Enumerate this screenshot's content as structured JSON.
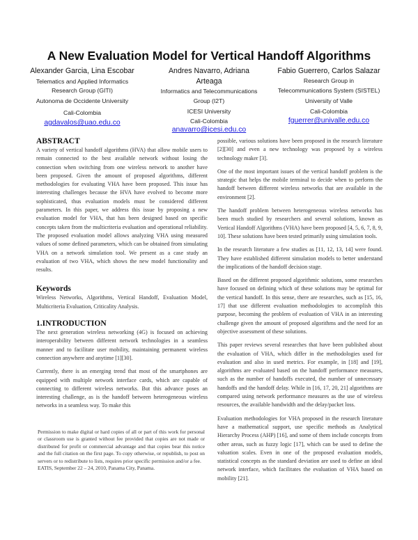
{
  "title": "A New Evaluation Model for Vertical Handoff Algorithms",
  "authors": [
    {
      "names": "Alexander Garcia, Lina Escobar",
      "affiliation": [
        "Telematics and Applied Informatics",
        "Research Group (GITI)"
      ],
      "university": "Autonoma de Occidente University",
      "city": "Cali-Colombia",
      "email": "agdavalos@uao.edu.co"
    },
    {
      "names": [
        "Andres Navarro, Adriana",
        "Arteaga"
      ],
      "affiliation": [
        "Informatics and Telecommunications",
        "Group (I2T)"
      ],
      "university": "ICESI University",
      "city": "Cali-Colombia",
      "email": "anavarro@icesi.edu.co"
    },
    {
      "names": "Fabio Guerrero, Carlos Salazar",
      "affiliation": [
        "Research Group in",
        "Telecommunications System (SISTEL)"
      ],
      "university": "University of Valle",
      "city": "Cali-Colombia",
      "email": "fguerrer@univalle.edu.co"
    }
  ],
  "abstract": {
    "heading": "ABSTRACT",
    "text": "A variety of vertical handoff algorithms (HVA) that allow mobile users to remain connected to the best available network without losing the connection when switching from one wireless network to another have been proposed. Given the amount of proposed algorithms, different methodologies for evaluating VHA have been proposed. This issue has interesting challenges because the HVA have evolved to become more sophisticated, thus evaluation models must be considered different parameters. In this paper, we address this issue by proposing a new evaluation model for VHA, that has been designed based on specific concepts taken from the multicriteria evaluation and operational reliability. The proposed evaluation model allows analyzing VHA using measured values of some defined parameters, which can be obtained from simulating VHA on a network simulation tool. We present as a case study an evaluation of two VHA, which shows the new model functionality and results."
  },
  "keywords": {
    "heading": "Keywords",
    "text": "Wireless Networks, Algorithms, Vertical Handoff, Evaluation Model, Multicriteria Evaluation, Criticality Analysis."
  },
  "introduction": {
    "heading": "1.INTRODUCTION",
    "left_paragraphs": [
      "The next generation wireless networking (4G) is focused on achieving interoperability between different network technologies in a seamless manner and to facilitate user mobility, maintaining permanent wireless connection anywhere and anytime [1][30].",
      "Currently, there is an emerging trend that most of the smartphones are equipped with multiple network interface cards, which are capable of connecting to different wireless networks. But this advance poses an interesting challenge, as is the handoff between heterogeneous wireless networks in a seamless way. To make this"
    ],
    "right_paragraphs": [
      "possible, various solutions have been proposed in the research literature [2][30] and even a new technology was proposed by a wireless technology maker [3].",
      "One of the most important issues of the vertical handoff problem is the strategic that helps the mobile terminal to decide when to perform the handoff between different wireless networks that are available in the environment [2].",
      "The handoff problem between heterogeneous wireless networks has been much studied by researchers and several solutions, known as Vertical Handoff Algorithms (VHA) have been proposed [4, 5, 6, 7, 8, 9, 10]. These solutions have been tested primarily using simulation tools.",
      "In the research literature a few studies as [11, 12, 13, 14] were found. They have established different simulation models to better understand the implications of the handoff decision stage.",
      "Based on the different proposed algorithmic solutions, some researches have focused on defining which of these solutions may be optimal for the vertical handoff. In this sense, there are researches, such as [15, 16, 17] that use different evaluation methodologies to accomplish this purpose, becoming the problem of evaluation of VHA in an interesting challenge given the amount of proposed algorithms and the need for an objective assessment of these solutions.",
      "This paper reviews several researches that have been published about the evaluation of VHA, which differ in the methodologies used for evaluation and also in used metrics. For example, in [18] and [19], algorithms are evaluated based on the handoff performance measures, such as the number of handoffs executed, the number of unnecessary handoffs and the handoff delay. While in [16, 17, 20, 21] algorithms are compared using network performance measures as the use of wireless resources, the available handwidth and the delay/packet loss.",
      "Evaluation methodologies for VHA proposed in the research literature have a mathematical support, use specific methods as Analytical Hierarchy Process (AHP) [16], and some of them include concepts from other areas, such as fuzzy logic [17], which can be used to define the valuation scales. Even in one of the proposed evaluation models, statistical concepts as the standard deviation are used to define an ideal network interface, which facilitates the evaluation of VHA based on mobility [21]."
    ]
  },
  "footnote": {
    "permission": "Permission to make digital or hard copies of all or part of this work for personal or classroom use is granted without fee provided that copies are not made or distributed for profit or commercial advantage and that copies bear this notice and the full citation on the first page. To copy otherwise, or republish, to post on servers or to redistribute to lists, requires prior specific permission and/or a fee.",
    "venue": "EATIS, September 22 – 24, 2010, Panama City, Panama."
  },
  "colors": {
    "link": "#1a1adc",
    "text": "#333333"
  }
}
